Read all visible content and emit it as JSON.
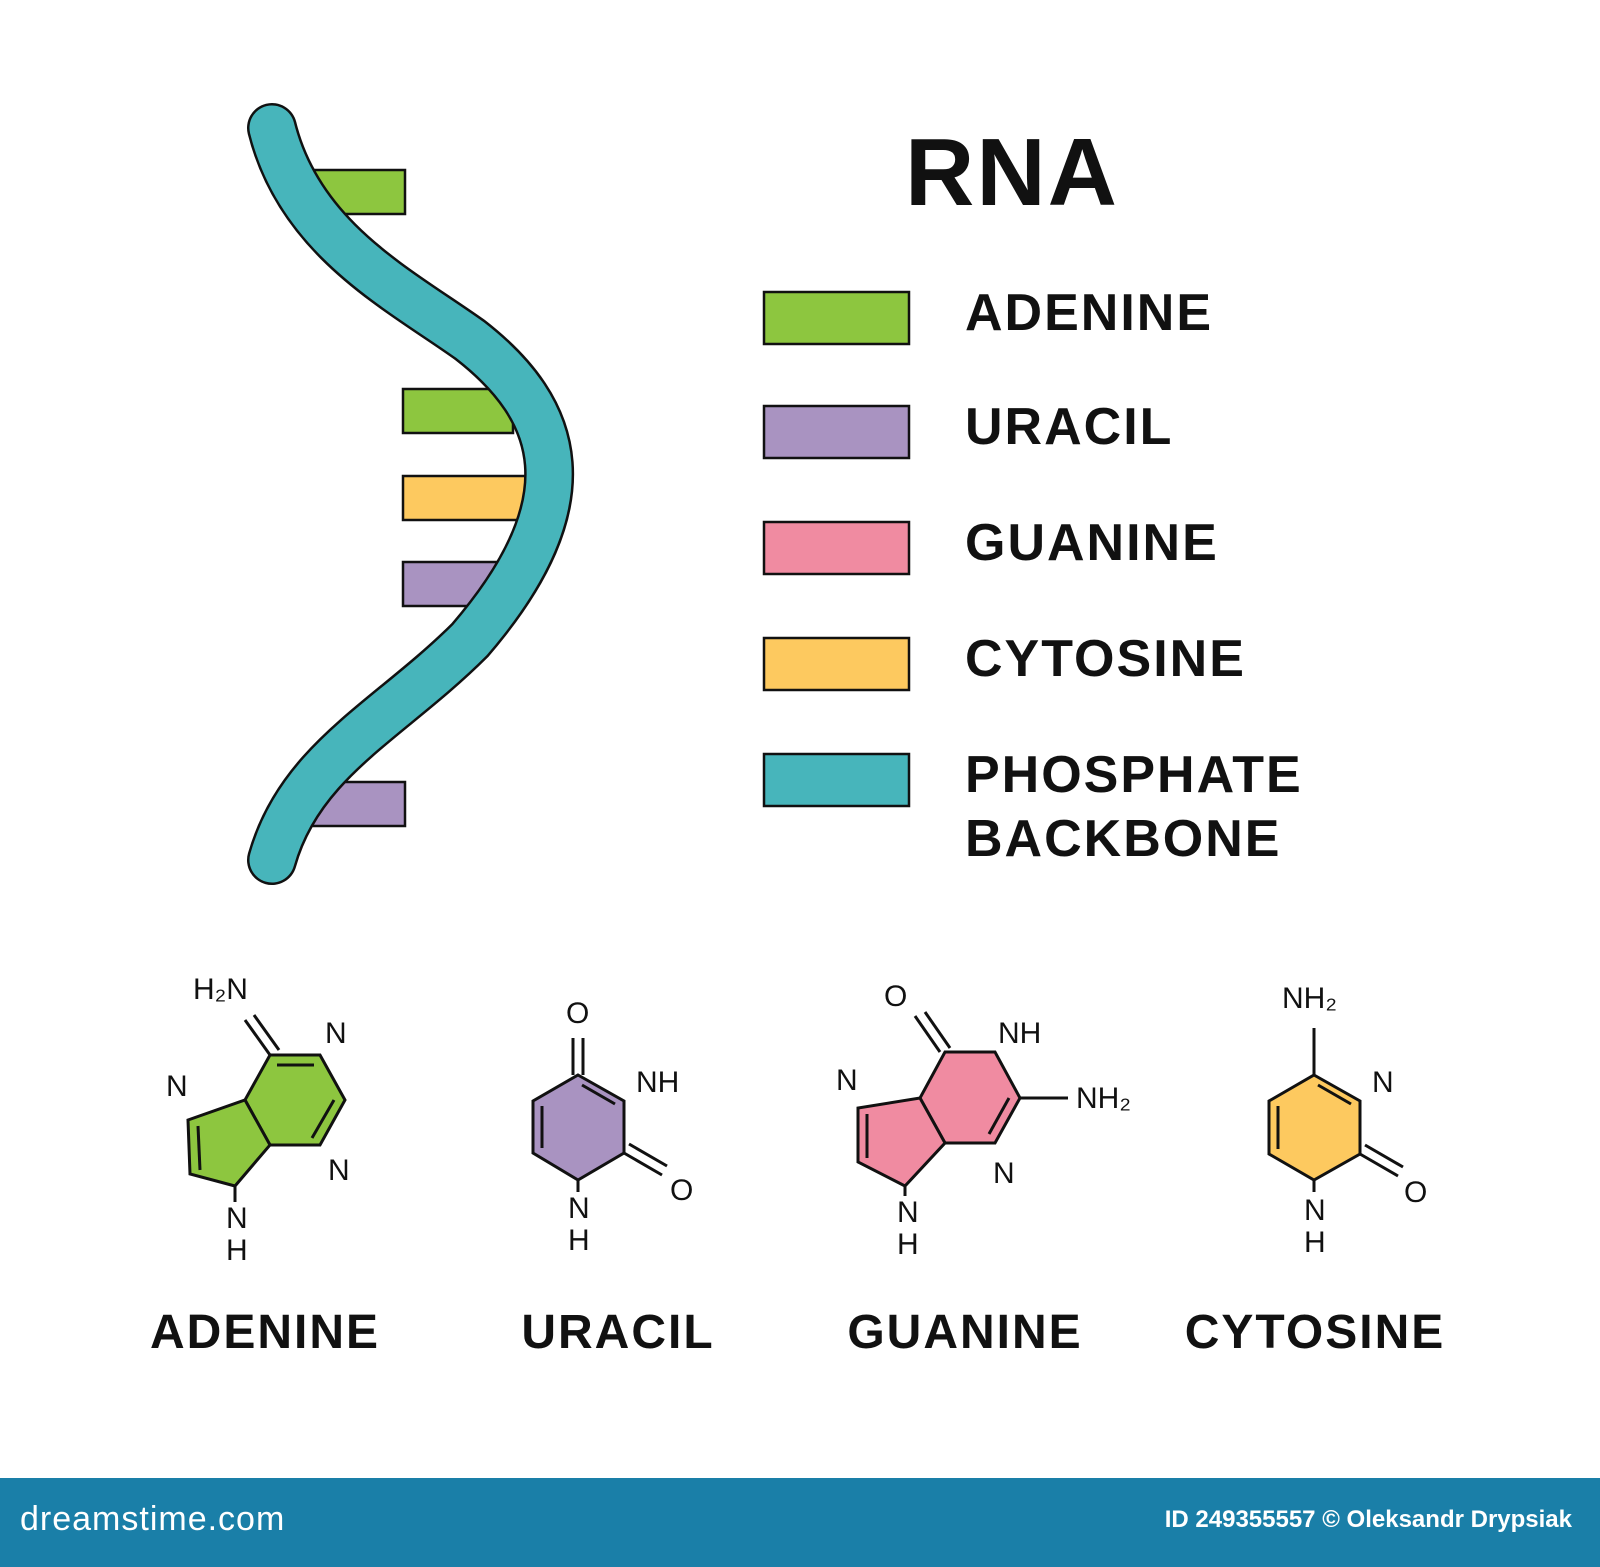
{
  "title": "RNA",
  "colors": {
    "adenine": "#8dc63f",
    "uracil": "#a993c1",
    "guanine": "#f08ba1",
    "cytosine": "#fdc95f",
    "backbone": "#47b5bb",
    "outline": "#111111",
    "footer": "#1a7fa8"
  },
  "legend": [
    {
      "label": "ADENINE",
      "color": "#8dc63f"
    },
    {
      "label": "URACIL",
      "color": "#a993c1"
    },
    {
      "label": "GUANINE",
      "color": "#f08ba1"
    },
    {
      "label": "CYTOSINE",
      "color": "#fdc95f"
    },
    {
      "label_line1": "PHOSPHATE",
      "label_line2": "BACKBONE",
      "color": "#47b5bb"
    }
  ],
  "molecules": {
    "adenine": {
      "caption": "ADENINE",
      "atoms": {
        "amine": "H₂N",
        "n_top": "N",
        "n_left": "N",
        "n_right": "N",
        "nh_n": "N",
        "nh_h": "H"
      }
    },
    "uracil": {
      "caption": "URACIL",
      "atoms": {
        "o_top": "O",
        "nh": "NH",
        "o_right": "O",
        "nh_n": "N",
        "nh_h": "H"
      }
    },
    "guanine": {
      "caption": "GUANINE",
      "atoms": {
        "o_top": "O",
        "nh": "NH",
        "amine": "NH₂",
        "n_left": "N",
        "n_bottom": "N",
        "nh_n": "N",
        "nh_h": "H"
      }
    },
    "cytosine": {
      "caption": "CYTOSINE",
      "atoms": {
        "amine": "NH₂",
        "n_right": "N",
        "o_right": "O",
        "nh_n": "N",
        "nh_h": "H"
      }
    }
  },
  "footer": {
    "brand": "dreamstime.com",
    "credit": "ID 249355557 © Oleksandr Drypsiak"
  }
}
